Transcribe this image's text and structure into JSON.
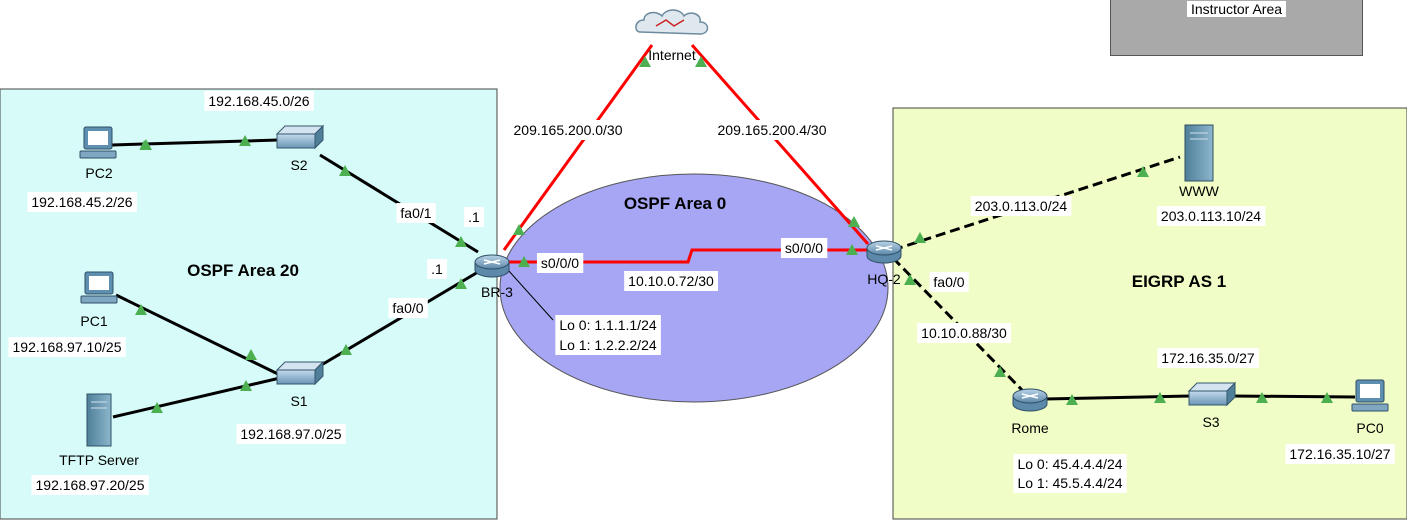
{
  "instructor_area": "Instructor Area",
  "areas": {
    "ospf_area_20": "OSPF Area 20",
    "ospf_area_0": "OSPF Area 0",
    "eigrp_as_1": "EIGRP AS 1"
  },
  "devices": {
    "internet": "Internet",
    "pc2": "PC2",
    "s2": "S2",
    "pc1": "PC1",
    "s1": "S1",
    "tftp": "TFTP Server",
    "br3": "BR-3",
    "hq2": "HQ-2",
    "www": "WWW",
    "rome": "Rome",
    "s3": "S3",
    "pc0": "PC0"
  },
  "labels": {
    "net_45": "192.168.45.0/26",
    "pc2_ip": "192.168.45.2/26",
    "pc1_ip": "192.168.97.10/25",
    "tftp_ip": "192.168.97.20/25",
    "net_97": "192.168.97.0/25",
    "br3_fa01": "fa0/1",
    "br3_fa00": "fa0/0",
    "dot1_top": ".1",
    "dot1_bottom": ".1",
    "net_209_0": "209.165.200.0/30",
    "net_209_4": "209.165.200.4/30",
    "br3_s000": "s0/0/0",
    "hq2_s000": "s0/0/0",
    "net_10_72": "10.10.0.72/30",
    "br3_lo0": "Lo 0: 1.1.1.1/24",
    "br3_lo1": "Lo 1: 1.2.2.2/24",
    "net_203": "203.0.113.0/24",
    "www_ip": "203.0.113.10/24",
    "hq2_fa00": "fa0/0",
    "net_10_88": "10.10.0.88/30",
    "net_172": "172.16.35.0/27",
    "rome_lo0": "Lo 0: 45.4.4.4/24",
    "rome_lo1": "Lo 1: 45.5.4.4/24",
    "pc0_ip": "172.16.35.10/27"
  },
  "colors": {
    "area20_fill": "#d6fbf8",
    "area0_fill": "#a6a6f4",
    "eigrp_fill": "#f0fdc6",
    "wan_link": "#ff0000",
    "port_up": "#4caf50"
  }
}
